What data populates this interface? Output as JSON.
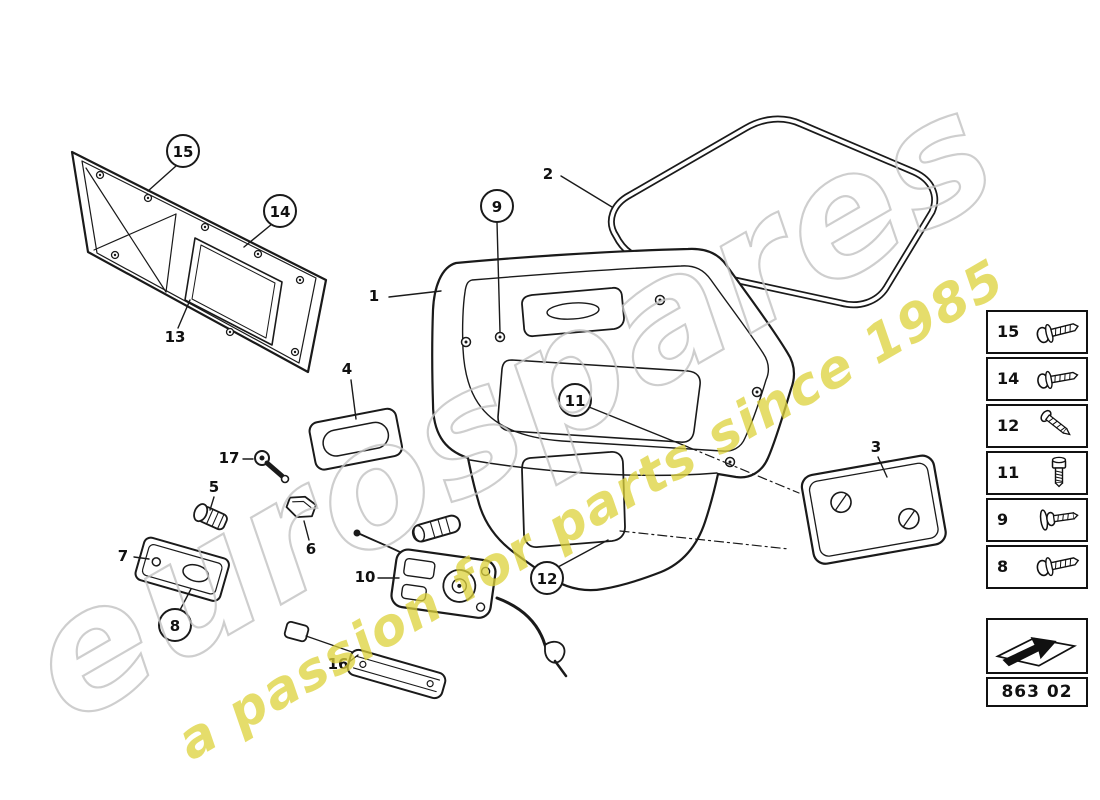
{
  "watermark": {
    "brand": "eurospares",
    "tagline": "a passion for parts since 1985"
  },
  "callouts": {
    "c1": "1",
    "c2": "2",
    "c3": "3",
    "c4": "4",
    "c5": "5",
    "c6": "6",
    "c7": "7",
    "c8": "8",
    "c9": "9",
    "c10": "10",
    "c11": "11",
    "c12": "12",
    "c13": "13",
    "c14": "14",
    "c15": "15",
    "c16": "16",
    "c17": "17"
  },
  "legend": {
    "items": [
      {
        "number": "15",
        "icon": "flanged-screw-icon"
      },
      {
        "number": "14",
        "icon": "flanged-screw-icon"
      },
      {
        "number": "12",
        "icon": "tapping-screw-icon"
      },
      {
        "number": "11",
        "icon": "socket-head-bolt-icon"
      },
      {
        "number": "9",
        "icon": "washer-bolt-icon"
      },
      {
        "number": "8",
        "icon": "flanged-screw-icon"
      }
    ]
  },
  "footer": {
    "code": "863 02",
    "icon": "direction-arrow-icon"
  }
}
